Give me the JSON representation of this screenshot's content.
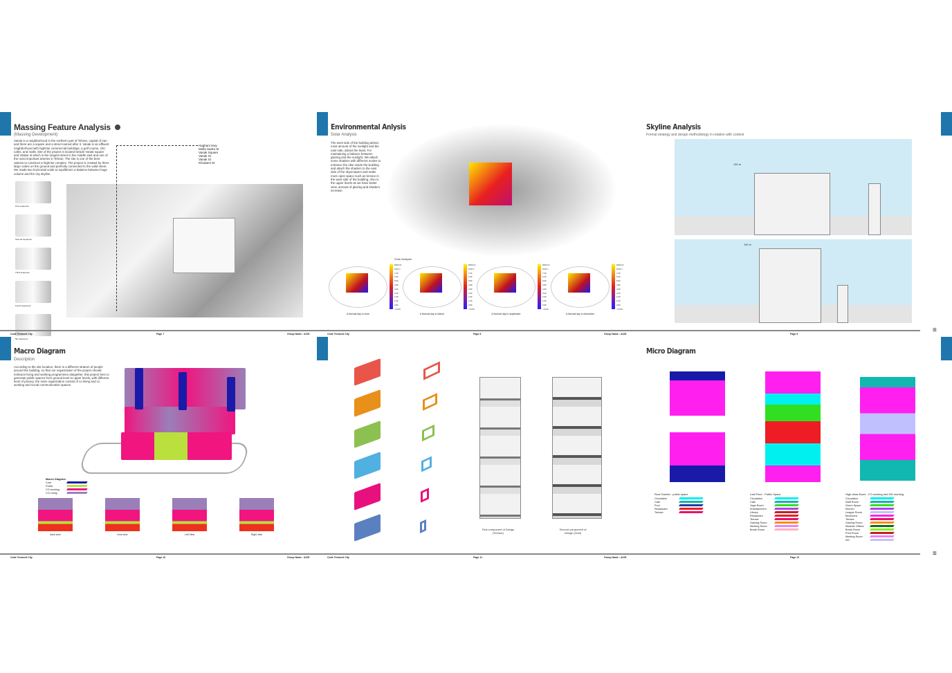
{
  "pages": {
    "massing": {
      "title": "Massing Feature Analysis",
      "subtitle": "(Massing Development)",
      "body": "Vanak is a neighborhood in the northern part of Tehran, capital of Iran and there are a square and a street named after it. Vanak is an affluent neighborhood with highrise commercial buildings, a golf course, chic cafes, and malls. Site of the project is located beside Vanak square and Valiasr st which is the longest street in the middle east and one of the most important arteries in Tehran. The site is one of the best options to construct a highrise complex. The project is created by three large cubes on the ground and perfectly connected to the valid street. We made two horizontal voids to equilibrium a balance between huge volume and the city skyline.",
      "streets": [
        "Haghani Hwy",
        "Molla Sadra St",
        "Vanak Square",
        "Vanak St",
        "Vanak St",
        "Khodami St"
      ],
      "steps": [
        "First sequence",
        "Second sequence",
        "Third sequence",
        "Fourth sequence",
        "5th Sequence"
      ]
    },
    "environmental": {
      "title": "Environmental Anlysis",
      "subtitle": "Solar Analysis",
      "body": "The west side of the building attract most amount of the sunlight and the east side, attract the least. For maintaining a balance between glazing and the sunlight, We attach some shaders with different scales to enhance the vibe inside the building and attach the shaders to the east side of the skyscrapers and make more open space such as terrace in the west side of the building. Also in the upper levels as we have better view, amount of glazing and shaders increase.",
      "chart_label": "Solar Analysis",
      "scale_title": "kWh/m2",
      "scale": [
        "8.00<=",
        "7.20",
        "6.40",
        "5.60",
        "4.80",
        "4.00",
        "3.20",
        "2.40",
        "1.60",
        "0.80",
        "<=0.00"
      ],
      "captions": [
        "A Normal day in June",
        "A Normal day in March",
        "A Normal day in september",
        "A Normal day in december"
      ]
    },
    "skyline": {
      "title": "Skyline Analysis",
      "subtitle": "Formal strategy and design methodology in relation with context",
      "heights": [
        "150 m",
        "150 m"
      ]
    },
    "macro": {
      "title": "Macro Diagram",
      "subtitle": "Description",
      "body": "According to the site location, there is a different stratum of people around the building, so that our organization of the project should embrace living and working programmes altogether. this project tries to generate public spaces from ground level to upper levels, with different level of privacy. the main organization consist of co living and co working and social communication spaces.",
      "legend_title": "Macro Diagram",
      "legend": [
        {
          "label": "Core",
          "color": "#1a1aa8"
        },
        {
          "label": "Public",
          "color": "#b9e03c"
        },
        {
          "label": "CO working",
          "color": "#f0157f"
        },
        {
          "label": "CO Living",
          "color": "#9a7fb8"
        }
      ],
      "views": [
        "back view",
        "front view",
        "Left View",
        "Right view"
      ]
    },
    "components": {
      "captions": [
        "First component of Design (Terrace)",
        "Second component of Design (Void)"
      ]
    },
    "micro": {
      "title": "Micro Diagram",
      "legends": [
        {
          "title": "Roof Garden : public space",
          "items": [
            {
              "label": "Circulation",
              "color": "#00f0f0"
            },
            {
              "label": "Cafe",
              "color": "#10b8b0"
            },
            {
              "label": "Pool",
              "color": "#1a3fa0"
            },
            {
              "label": "Restaurant",
              "color": "#ee1c24"
            },
            {
              "label": "Terrace",
              "color": "#e8106e"
            }
          ]
        },
        {
          "title": "Last Floor : Public Space",
          "items": [
            {
              "label": "Circulation",
              "color": "#00f0f0"
            },
            {
              "label": "Cafe",
              "color": "#10b8b0"
            },
            {
              "label": "Yoga Room",
              "color": "#30e020"
            },
            {
              "label": "Entertainment",
              "color": "#b040f0"
            },
            {
              "label": "Library",
              "color": "#c02020"
            },
            {
              "label": "Restaurant",
              "color": "#ee1c24"
            },
            {
              "label": "Terrace",
              "color": "#e8106e"
            },
            {
              "label": "Gaming Room",
              "color": "#f09010"
            },
            {
              "label": "Meeting Room",
              "color": "#f080f0"
            },
            {
              "label": "Break Room",
              "color": "#ffb0c0"
            }
          ]
        },
        {
          "title": "High class floors : CO working and KID working",
          "items": [
            {
              "label": "Circulation",
              "color": "#00f0f0"
            },
            {
              "label": "Staff Room",
              "color": "#10b8b0"
            },
            {
              "label": "Green Space",
              "color": "#30e020"
            },
            {
              "label": "Kitchen",
              "color": "#b040f0"
            },
            {
              "label": "League Room",
              "color": "#c0c0ff"
            },
            {
              "label": "Bedrooms",
              "color": "#ff20f0"
            },
            {
              "label": "Terrace",
              "color": "#e8106e"
            },
            {
              "label": "Gaming Room",
              "color": "#f09010"
            },
            {
              "label": "Modular Offices",
              "color": "#107010"
            },
            {
              "label": "Break Room",
              "color": "#80f020"
            },
            {
              "label": "Print Room",
              "color": "#c02020"
            },
            {
              "label": "Meeting Room",
              "color": "#f080f0"
            },
            {
              "label": "WC",
              "color": "#c0c0ff"
            }
          ]
        }
      ]
    }
  },
  "footers": [
    {
      "left": "Code Terraced City",
      "page": "Page 7",
      "right": "Group Name : A105"
    },
    {
      "left": "Code Terraced City",
      "page": "Page 8",
      "right": "Group Name : A105"
    },
    {
      "left": "",
      "page": "Page 9",
      "right": ""
    },
    {
      "left": "Code Terraced City",
      "page": "Page 10",
      "right": "Group Name : A105"
    },
    {
      "left": "Code Terraced City",
      "page": "Page 11",
      "right": "Group Name : A105"
    },
    {
      "left": "",
      "page": "Page 12",
      "right": ""
    }
  ],
  "colors": {
    "accent": "#1f76ac",
    "sky": "#d0ebf5"
  }
}
